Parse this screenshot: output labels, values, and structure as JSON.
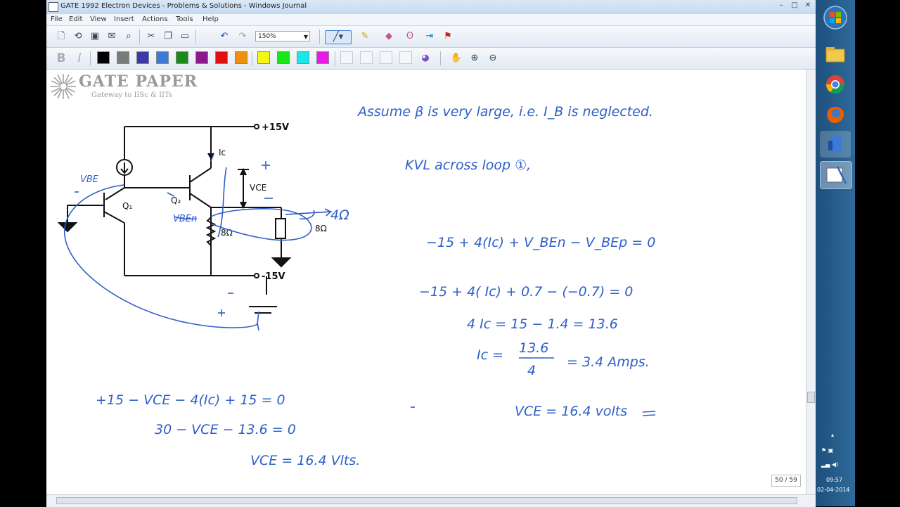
{
  "window": {
    "title": "GATE 1992 Electron Devices - Problems & Solutions - Windows Journal",
    "controls": {
      "minimize": "–",
      "maximize": "□",
      "close": "✕"
    }
  },
  "menu": [
    "File",
    "Edit",
    "View",
    "Insert",
    "Actions",
    "Tools",
    "Help"
  ],
  "toolbar": {
    "zoom_value": "150%",
    "colors": [
      "#000000",
      "#7a7a7a",
      "#3a3aa8",
      "#3b7ad9",
      "#1a8a1a",
      "#8a1a8a",
      "#e01010",
      "#f0900f",
      "#f5f51a",
      "#17e817",
      "#18e8e8",
      "#e818e8"
    ]
  },
  "logo": {
    "title": "GATE PAPER",
    "subtitle": "Gateway to IISc & IITs"
  },
  "circuit": {
    "vplus": "+15V",
    "vminus": "-15V",
    "q1": "Q₁",
    "q2": "Q₂",
    "ic": "Ic",
    "vce": "VCE",
    "r1": "8Ω",
    "r2": "8Ω"
  },
  "notes": {
    "line1": "Assume β is very large, i.e. I_B is neglected.",
    "line2": "KVL across loop ①,",
    "line3": "−15 + 4(Ic) + V_BEn − V_BEp = 0",
    "line4": "−15 + 4( Ic) + 0.7 − (−0.7) = 0",
    "line5": "4 Ic = 15 − 1.4 = 13.6",
    "line6a": "Ic =",
    "line6num": "13.6",
    "line6den": "4",
    "line6b": "= 3.4 Amps.",
    "line7": "VCE = 16.4 volts",
    "line8": "+15 − VCE − 4(Ic) + 15 = 0",
    "line9": "30 − VCE − 13.6 = 0",
    "line10": "VCE = 16.4 Vlts.",
    "loop_label": "4Ω",
    "vbe_label": "VBE",
    "vbe_n_label": "VBEn"
  },
  "page_indicator": "50 / 59",
  "taskbar": {
    "time": "09:57",
    "date": "02-04-2014"
  }
}
